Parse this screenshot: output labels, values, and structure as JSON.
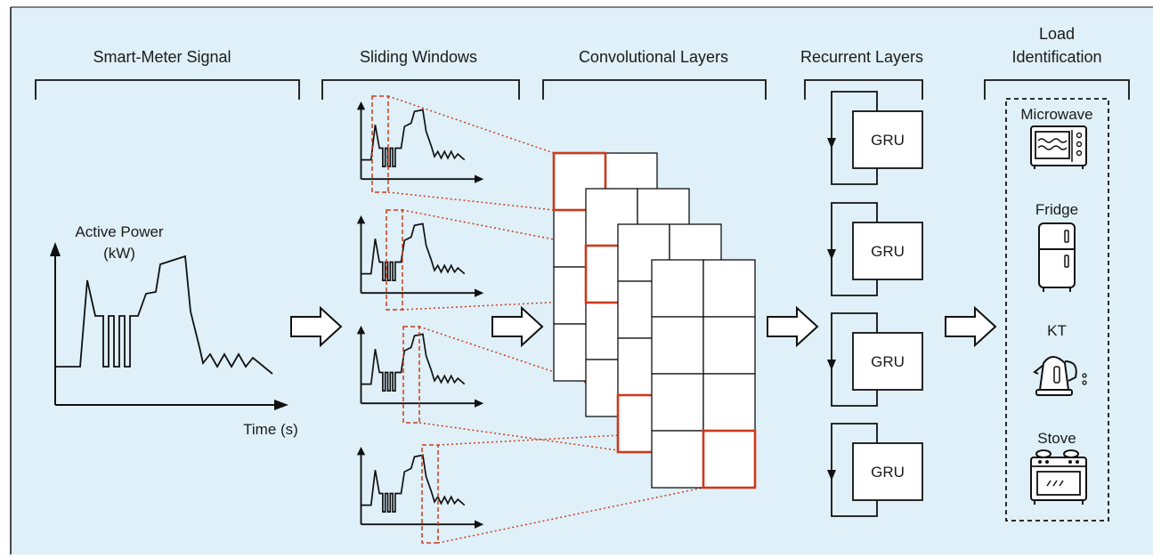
{
  "colors": {
    "panel_background": "#dff0f8",
    "stroke": "#111111",
    "highlight": "#cc3a1c",
    "cell_fill": "#ffffff"
  },
  "sections": {
    "signal": {
      "title": "Smart-Meter Signal"
    },
    "windows": {
      "title": "Sliding Windows"
    },
    "conv": {
      "title": "Convolutional Layers"
    },
    "recurrent": {
      "title": "Recurrent Layers"
    },
    "load": {
      "title_line1": "Load",
      "title_line2": "Identification"
    }
  },
  "signal_plot": {
    "ylabel_line1": "Active Power",
    "ylabel_line2": "(kW)",
    "xlabel": "Time (s)"
  },
  "gru_units": [
    {
      "label": "GRU"
    },
    {
      "label": "GRU"
    },
    {
      "label": "GRU"
    },
    {
      "label": "GRU"
    }
  ],
  "appliances": [
    {
      "label": "Microwave",
      "icon": "microwave-icon"
    },
    {
      "label": "Fridge",
      "icon": "fridge-icon"
    },
    {
      "label": "KT",
      "icon": "kettle-icon"
    },
    {
      "label": "Stove",
      "icon": "stove-icon"
    }
  ],
  "flow_arrows": [
    "arrow-right-icon",
    "arrow-right-icon",
    "arrow-right-icon",
    "arrow-right-icon"
  ]
}
